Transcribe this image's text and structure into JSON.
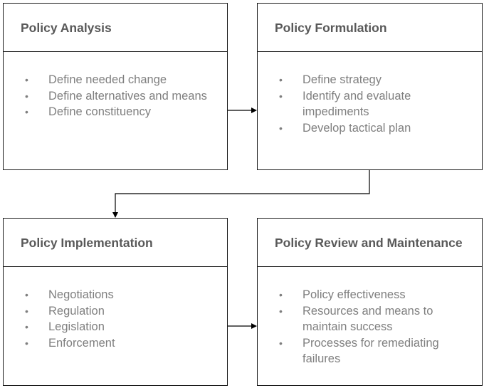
{
  "boxes": [
    {
      "title": "Policy Analysis",
      "items": [
        "Define needed change",
        "Define alternatives and means",
        "Define constituency"
      ]
    },
    {
      "title": "Policy Formulation",
      "items": [
        "Define strategy",
        "Identify and evaluate impediments",
        "Develop tactical plan"
      ]
    },
    {
      "title": "Policy Implementation",
      "items": [
        "Negotiations",
        "Regulation",
        "Legislation",
        "Enforcement"
      ]
    },
    {
      "title": "Policy Review and Maintenance",
      "items": [
        "Policy effectiveness",
        "Resources and means to maintain success",
        "Processes for remediating failures"
      ]
    }
  ],
  "bullet_symbol": "•",
  "colors": {
    "title": "#595959",
    "text": "#7f7f7f",
    "border": "#1a1a1a"
  }
}
